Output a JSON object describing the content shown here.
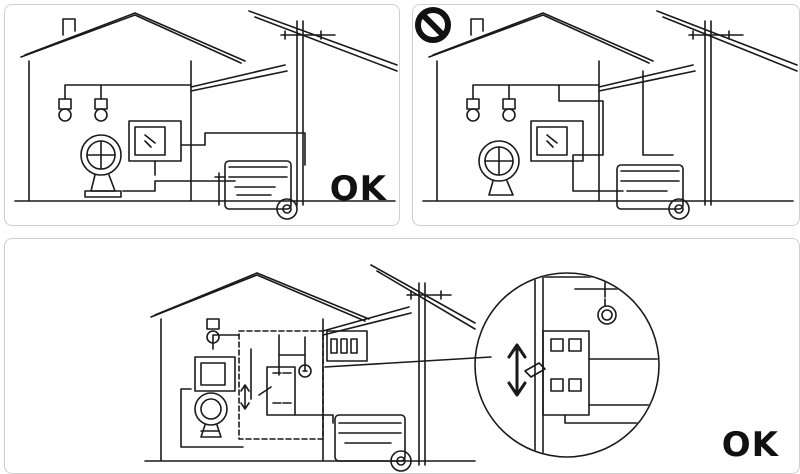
{
  "panels": [
    {
      "id": "direct-no-switch",
      "verdict": "OK",
      "status": "correct"
    },
    {
      "id": "backfeed",
      "verdict": "",
      "status": "prohibited",
      "icon": "prohibited-icon"
    },
    {
      "id": "transfer-switch",
      "verdict": "OK",
      "status": "correct"
    }
  ],
  "colors": {
    "line": "#1a1a1a",
    "border": "#cfcfcf",
    "background": "#ffffff"
  }
}
